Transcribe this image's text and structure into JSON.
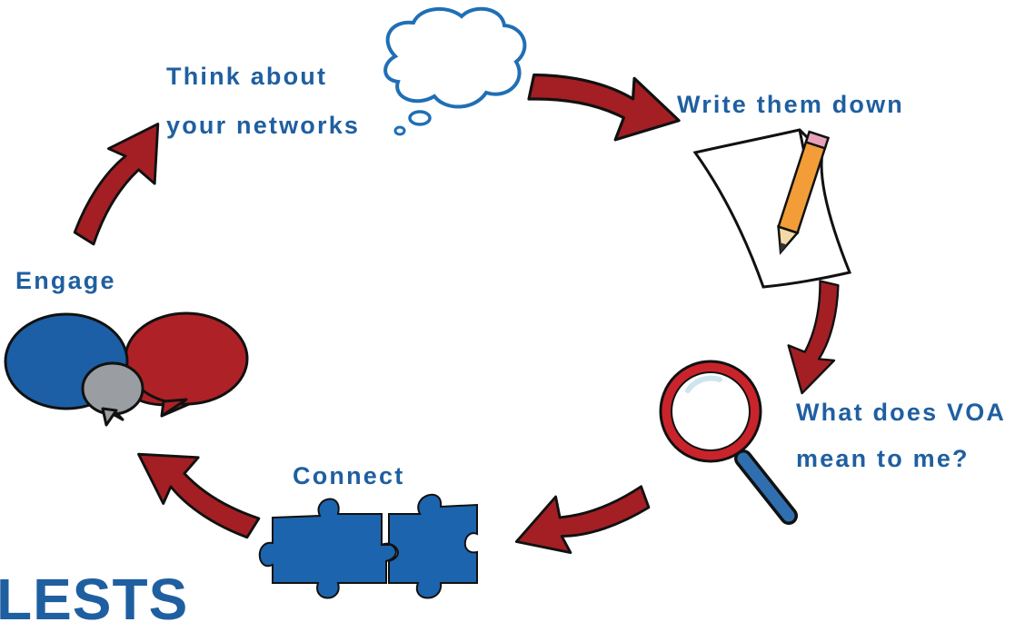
{
  "labels": {
    "think": [
      "Think about",
      "your networks"
    ],
    "write": "Write them down",
    "voa": [
      "What does VOA",
      "mean to me?"
    ],
    "connect": "Connect",
    "engage": "Engage"
  },
  "footer_partial": "LESTS",
  "colors": {
    "label_blue": "#1f5fa0",
    "arrow_red": "#a31f24",
    "bubble_blue": "#1c5fa6",
    "bubble_red": "#ae2227",
    "bubble_grey": "#9a9ea2",
    "puzzle_blue": "#1c64ad",
    "pencil_orange": "#f29d38"
  },
  "icons": [
    "thought-cloud-icon",
    "paper-pencil-icon",
    "magnifying-glass-icon",
    "puzzle-pieces-icon",
    "speech-bubbles-icon"
  ]
}
